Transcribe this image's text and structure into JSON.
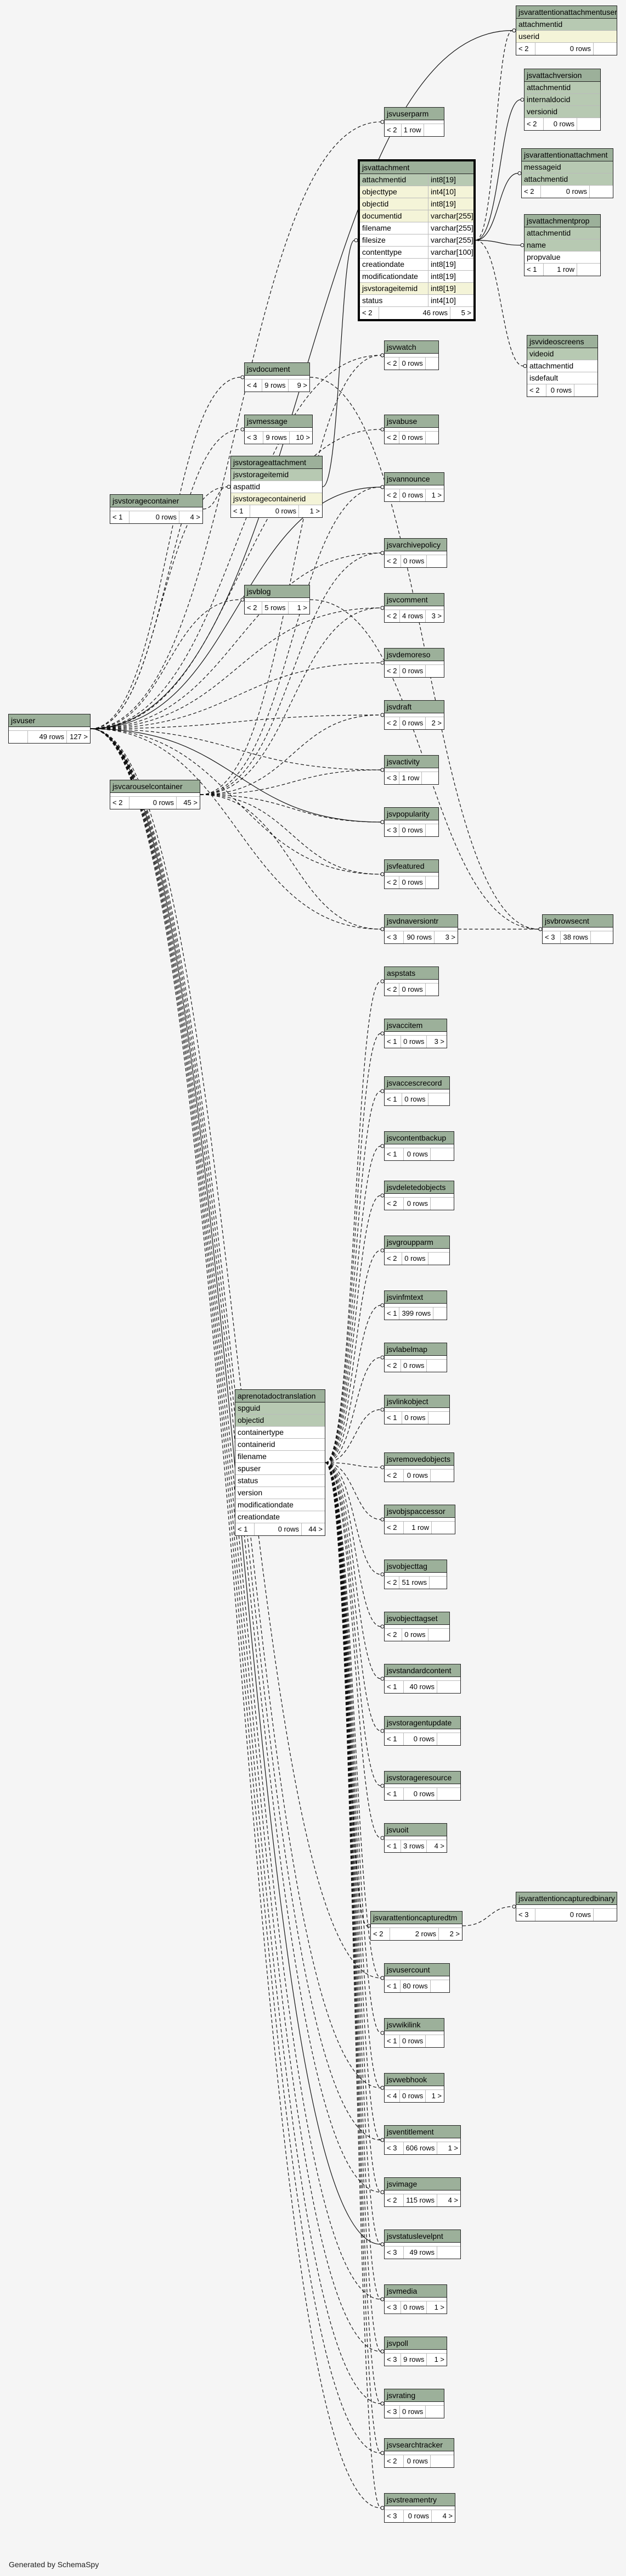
{
  "footer": "Generated by SchemaSpy",
  "tables": [
    {
      "id": "jsvarattentionattachmentusers",
      "title": "jsvarattentionattachmentusers",
      "cols": [
        {
          "n": "attachmentid",
          "k": "pk"
        },
        {
          "n": "userid",
          "k": "idx"
        }
      ],
      "foot": [
        "< 2",
        "0 rows",
        ""
      ]
    },
    {
      "id": "jsvattachversion",
      "title": "jsvattachversion",
      "cols": [
        {
          "n": "attachmentid",
          "k": "pk"
        },
        {
          "n": "internaldocid",
          "k": "pk"
        },
        {
          "n": "versionid",
          "k": "pk"
        }
      ],
      "foot": [
        "< 2",
        "0 rows",
        ""
      ]
    },
    {
      "id": "jsvuserparm",
      "title": "jsvuserparm",
      "cols": [],
      "foot": [
        "< 2",
        "1 row",
        ""
      ]
    },
    {
      "id": "jsvattachment",
      "title": "jsvattachment",
      "focus": true,
      "cols": [
        {
          "n": "attachmentid",
          "t": "int8[19]",
          "k": "pk"
        },
        {
          "n": "objecttype",
          "t": "int4[10]",
          "k": "idx"
        },
        {
          "n": "objectid",
          "t": "int8[19]",
          "k": "idx"
        },
        {
          "n": "documentid",
          "t": "varchar[255]",
          "k": "idx"
        },
        {
          "n": "filename",
          "t": "varchar[255]"
        },
        {
          "n": "filesize",
          "t": "varchar[255]"
        },
        {
          "n": "contenttype",
          "t": "varchar[100]"
        },
        {
          "n": "creationdate",
          "t": "int8[19]"
        },
        {
          "n": "modificationdate",
          "t": "int8[19]"
        },
        {
          "n": "jsvstorageitemid",
          "t": "int8[19]",
          "k": "idx"
        },
        {
          "n": "status",
          "t": "int4[10]"
        }
      ],
      "foot": [
        "< 2",
        "46 rows",
        "5 >"
      ]
    },
    {
      "id": "jsvarattentionattachment",
      "title": "jsvarattentionattachment",
      "cols": [
        {
          "n": "messageid",
          "k": "pk"
        },
        {
          "n": "attachmentid",
          "k": "pk"
        }
      ],
      "foot": [
        "< 2",
        "0 rows",
        ""
      ]
    },
    {
      "id": "jsvattachmentprop",
      "title": "jsvattachmentprop",
      "cols": [
        {
          "n": "attachmentid",
          "k": "pk"
        },
        {
          "n": "name",
          "k": "pk"
        },
        {
          "n": "propvalue"
        }
      ],
      "foot": [
        "< 1",
        "1 row",
        ""
      ]
    },
    {
      "id": "jsvdocument",
      "title": "jsvdocument",
      "cols": [],
      "foot": [
        "< 4",
        "9 rows",
        "9 >"
      ]
    },
    {
      "id": "jsvwatch",
      "title": "jsvwatch",
      "cols": [],
      "foot": [
        "< 2",
        "0 rows",
        ""
      ]
    },
    {
      "id": "jsvvideoscreens",
      "title": "jsvvideoscreens",
      "cols": [
        {
          "n": "videoid",
          "k": "pk"
        },
        {
          "n": "attachmentid"
        },
        {
          "n": "isdefault"
        }
      ],
      "foot": [
        "< 2",
        "0 rows",
        ""
      ]
    },
    {
      "id": "jsvmessage",
      "title": "jsvmessage",
      "cols": [],
      "foot": [
        "< 3",
        "9 rows",
        "10 >"
      ]
    },
    {
      "id": "jsvabuse",
      "title": "jsvabuse",
      "cols": [],
      "foot": [
        "< 2",
        "0 rows",
        ""
      ]
    },
    {
      "id": "jsvstorageattachment",
      "title": "jsvstorageattachment",
      "cols": [
        {
          "n": "jsvstorageitemid",
          "k": "pk"
        },
        {
          "n": "aspattid"
        },
        {
          "n": "jsvstoragecontainerid",
          "k": "idx"
        }
      ],
      "foot": [
        "< 1",
        "0 rows",
        "1 >"
      ]
    },
    {
      "id": "jsvstoragecontainer",
      "title": "jsvstoragecontainer",
      "cols": [],
      "foot": [
        "< 1",
        "0 rows",
        "4 >"
      ]
    },
    {
      "id": "jsvannounce",
      "title": "jsvannounce",
      "cols": [],
      "foot": [
        "< 2",
        "0 rows",
        "1 >"
      ]
    },
    {
      "id": "jsvarchivepolicy",
      "title": "jsvarchivepolicy",
      "cols": [],
      "foot": [
        "< 2",
        "0 rows",
        ""
      ]
    },
    {
      "id": "jsvblog",
      "title": "jsvblog",
      "cols": [],
      "foot": [
        "< 2",
        "5 rows",
        "1 >"
      ]
    },
    {
      "id": "jsvcomment",
      "title": "jsvcomment",
      "cols": [],
      "foot": [
        "< 2",
        "4 rows",
        "3 >"
      ]
    },
    {
      "id": "jsvdemoreso",
      "title": "jsvdemoreso",
      "cols": [],
      "foot": [
        "< 2",
        "0 rows",
        ""
      ]
    },
    {
      "id": "jsvuser",
      "title": "jsvuser",
      "cols": [],
      "foot": [
        "",
        "49 rows",
        "127 >"
      ]
    },
    {
      "id": "jsvdraft",
      "title": "jsvdraft",
      "cols": [],
      "foot": [
        "< 2",
        "0 rows",
        "2 >"
      ]
    },
    {
      "id": "jsvactivity",
      "title": "jsvactivity",
      "cols": [],
      "foot": [
        "< 3",
        "1 row",
        ""
      ]
    },
    {
      "id": "jsvcarouselcontainer",
      "title": "jsvcarouselcontainer",
      "cols": [],
      "foot": [
        "< 2",
        "0 rows",
        "45 >"
      ]
    },
    {
      "id": "jsvpopularity",
      "title": "jsvpopularity",
      "cols": [],
      "foot": [
        "< 3",
        "0 rows",
        ""
      ]
    },
    {
      "id": "jsvfeatured",
      "title": "jsvfeatured",
      "cols": [],
      "foot": [
        "< 2",
        "0 rows",
        ""
      ]
    },
    {
      "id": "jsvbrowsecnt",
      "title": "jsvbrowsecnt",
      "cols": [],
      "foot": [
        "< 3",
        "38 rows",
        ""
      ]
    },
    {
      "id": "jsvdnaversiontr",
      "title": "jsvdnaversiontr",
      "cols": [],
      "foot": [
        "< 3",
        "90 rows",
        "3 >"
      ]
    },
    {
      "id": "aspstats",
      "title": "aspstats",
      "cols": [],
      "foot": [
        "< 2",
        "0 rows",
        ""
      ]
    },
    {
      "id": "jsvaccitem",
      "title": "jsvaccitem",
      "cols": [],
      "foot": [
        "< 1",
        "0 rows",
        "3 >"
      ]
    },
    {
      "id": "jsvaccescrecord",
      "title": "jsvaccescrecord",
      "cols": [],
      "foot": [
        "< 1",
        "0 rows",
        ""
      ]
    },
    {
      "id": "jsvcontentbackup",
      "title": "jsvcontentbackup",
      "cols": [],
      "foot": [
        "< 1",
        "0 rows",
        ""
      ]
    },
    {
      "id": "jsvdeletedobjects",
      "title": "jsvdeletedobjects",
      "cols": [],
      "foot": [
        "< 2",
        "0 rows",
        ""
      ]
    },
    {
      "id": "jsvgroupparm",
      "title": "jsvgroupparm",
      "cols": [],
      "foot": [
        "< 2",
        "0 rows",
        ""
      ]
    },
    {
      "id": "jsvinfmtext",
      "title": "jsvinfmtext",
      "cols": [],
      "foot": [
        "< 1",
        "399 rows",
        ""
      ]
    },
    {
      "id": "jsvlabelmap",
      "title": "jsvlabelmap",
      "cols": [],
      "foot": [
        "< 2",
        "0 rows",
        ""
      ]
    },
    {
      "id": "jsvlinkobject",
      "title": "jsvlinkobject",
      "cols": [],
      "foot": [
        "< 1",
        "0 rows",
        ""
      ]
    },
    {
      "id": "aprenotadoctranslation",
      "title": "aprenotadoctranslation",
      "cols": [
        {
          "n": "spguid",
          "k": "pk"
        },
        {
          "n": "objectid",
          "k": "pk"
        },
        {
          "n": "containertype"
        },
        {
          "n": "containerid"
        },
        {
          "n": "filename"
        },
        {
          "n": "spuser"
        },
        {
          "n": "status"
        },
        {
          "n": "version"
        },
        {
          "n": "modificationdate"
        },
        {
          "n": "creationdate"
        }
      ],
      "foot": [
        "< 1",
        "0 rows",
        "44 >"
      ]
    },
    {
      "id": "jsvremovedobjects",
      "title": "jsvremovedobjects",
      "cols": [],
      "foot": [
        "< 2",
        "0 rows",
        ""
      ]
    },
    {
      "id": "jsvobjspaccessor",
      "title": "jsvobjspaccessor",
      "cols": [],
      "foot": [
        "< 2",
        "1 row",
        ""
      ]
    },
    {
      "id": "jsvobjecttag",
      "title": "jsvobjecttag",
      "cols": [],
      "foot": [
        "< 2",
        "51 rows",
        ""
      ]
    },
    {
      "id": "jsvobjecttagset",
      "title": "jsvobjecttagset",
      "cols": [],
      "foot": [
        "< 2",
        "0 rows",
        ""
      ]
    },
    {
      "id": "jsvstandardcontent",
      "title": "jsvstandardcontent",
      "cols": [],
      "foot": [
        "< 1",
        "40 rows",
        ""
      ]
    },
    {
      "id": "jsvstoragentupdate",
      "title": "jsvstoragentupdate",
      "cols": [],
      "foot": [
        "< 1",
        "0 rows",
        ""
      ]
    },
    {
      "id": "jsvstorageresource",
      "title": "jsvstorageresource",
      "cols": [],
      "foot": [
        "< 1",
        "0 rows",
        ""
      ]
    },
    {
      "id": "jsvuoit",
      "title": "jsvuoit",
      "cols": [],
      "foot": [
        "< 1",
        "3 rows",
        "4 >"
      ]
    },
    {
      "id": "jsvarattentioncapturedtm",
      "title": "jsvarattentioncapturedtm",
      "cols": [],
      "foot": [
        "< 2",
        "2 rows",
        "2 >"
      ]
    },
    {
      "id": "jsvarattentioncapturedbinary",
      "title": "jsvarattentioncapturedbinary",
      "cols": [],
      "foot": [
        "< 3",
        "0 rows",
        ""
      ]
    },
    {
      "id": "jsvusercount",
      "title": "jsvusercount",
      "cols": [],
      "foot": [
        "< 1",
        "80 rows",
        ""
      ]
    },
    {
      "id": "jsvwikilink",
      "title": "jsvwikilink",
      "cols": [],
      "foot": [
        "< 1",
        "0 rows",
        ""
      ]
    },
    {
      "id": "jsvwebhook",
      "title": "jsvwebhook",
      "cols": [],
      "foot": [
        "< 4",
        "0 rows",
        "1 >"
      ]
    },
    {
      "id": "jsventitlement",
      "title": "jsventitlement",
      "cols": [],
      "foot": [
        "< 3",
        "606 rows",
        "1 >"
      ]
    },
    {
      "id": "jsvimage",
      "title": "jsvimage",
      "cols": [],
      "foot": [
        "< 2",
        "115 rows",
        "4 >"
      ]
    },
    {
      "id": "jsvstatuslevelpnt",
      "title": "jsvstatuslevelpnt",
      "cols": [],
      "foot": [
        "< 3",
        "49 rows",
        ""
      ]
    },
    {
      "id": "jsvmedia",
      "title": "jsvmedia",
      "cols": [],
      "foot": [
        "< 3",
        "0 rows",
        "1 >"
      ]
    },
    {
      "id": "jsvpoll",
      "title": "jsvpoll",
      "cols": [],
      "foot": [
        "< 3",
        "9 rows",
        "1 >"
      ]
    },
    {
      "id": "jsvrating",
      "title": "jsvrating",
      "cols": [],
      "foot": [
        "< 3",
        "0 rows",
        ""
      ]
    },
    {
      "id": "jsvsearchtracker",
      "title": "jsvsearchtracker",
      "cols": [],
      "foot": [
        "< 2",
        "0 rows",
        ""
      ]
    },
    {
      "id": "jsvstreamentry",
      "title": "jsvstreamentry",
      "cols": [],
      "foot": [
        "< 3",
        "0 rows",
        "4 >"
      ]
    }
  ]
}
